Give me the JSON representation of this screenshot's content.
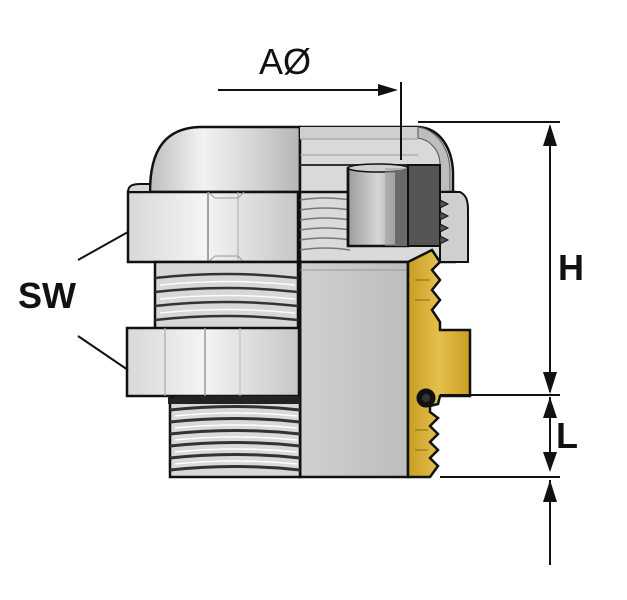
{
  "labels": {
    "a_diameter": "AØ",
    "sw": "SW",
    "h": "H",
    "l": "L"
  },
  "colors": {
    "outline": "#111111",
    "metal_light": "#e6e6e6",
    "metal_mid": "#c9c9c9",
    "metal_dark": "#9a9a9a",
    "seal_dark": "#555555",
    "brass": "#d8b13a",
    "brass_dark": "#b8901e"
  }
}
